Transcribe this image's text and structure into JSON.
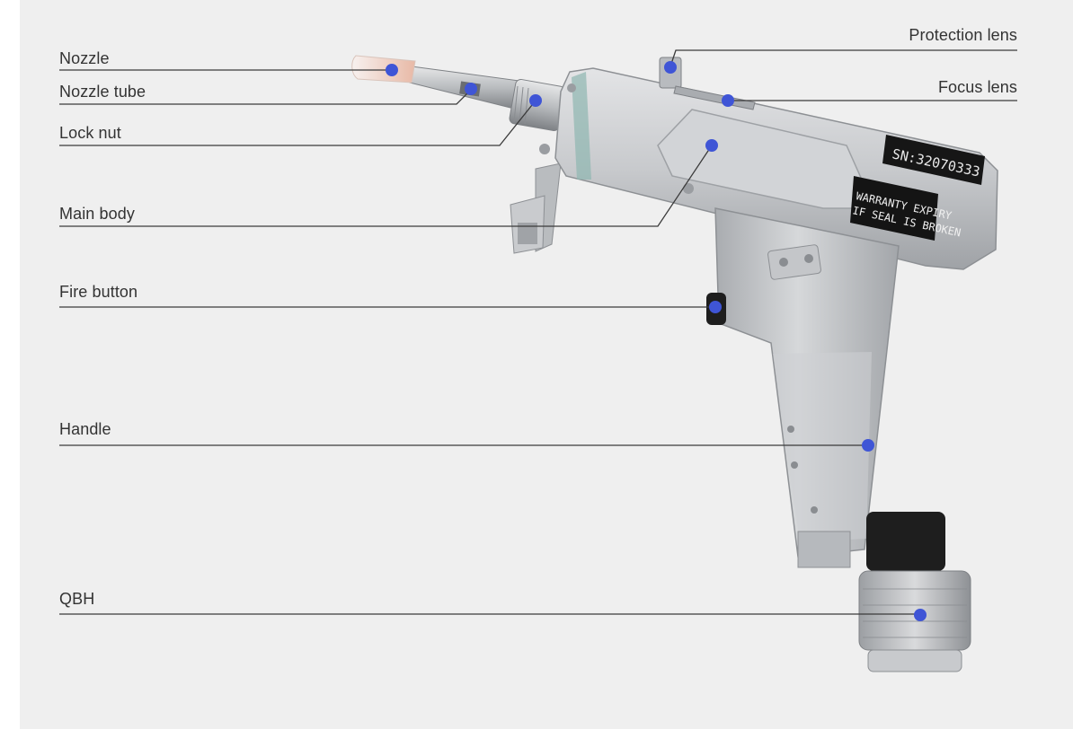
{
  "colors": {
    "background": "#efefef",
    "marker": "#3f55d6",
    "leader_line": "#3a3a3a",
    "label_text": "#333333",
    "metal": "#c4c6c9",
    "metal_dark": "#8d9094",
    "rubber": "#1e1e1e"
  },
  "device": {
    "serial_plate": "SN:32070333",
    "warning_line1": "WARRANTY EXPIRY",
    "warning_line2": "IF SEAL IS BROKEN"
  },
  "callouts": [
    {
      "id": "nozzle",
      "label": "Nozzle",
      "side": "left"
    },
    {
      "id": "nozzle-tube",
      "label": "Nozzle tube",
      "side": "left"
    },
    {
      "id": "lock-nut",
      "label": "Lock nut",
      "side": "left"
    },
    {
      "id": "main-body",
      "label": "Main body",
      "side": "left"
    },
    {
      "id": "fire-button",
      "label": "Fire button",
      "side": "left"
    },
    {
      "id": "handle",
      "label": "Handle",
      "side": "left"
    },
    {
      "id": "qbh",
      "label": "QBH",
      "side": "left"
    },
    {
      "id": "protection-lens",
      "label": "Protection lens",
      "side": "right"
    },
    {
      "id": "focus-lens",
      "label": "Focus lens",
      "side": "right"
    }
  ]
}
